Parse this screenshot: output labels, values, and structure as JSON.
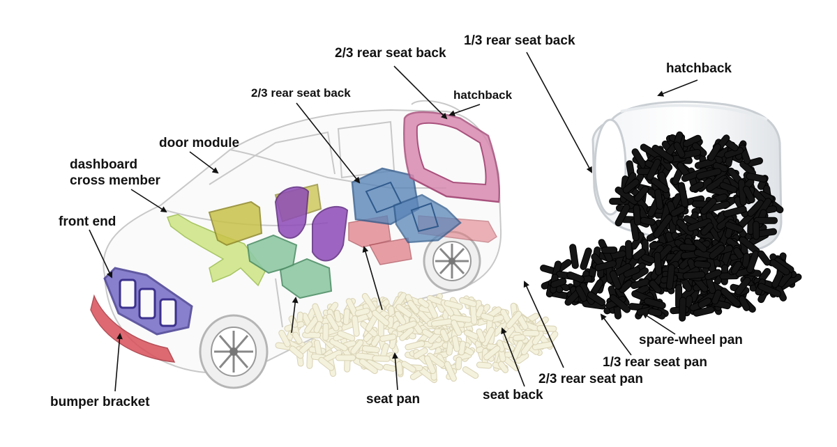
{
  "labels": {
    "rear_seat_back_23_top": "2/3 rear seat back",
    "rear_seat_back_13_top": "1/3 rear seat back",
    "hatchback_right": "hatchback",
    "rear_seat_back_23_mid": "2/3 rear seat back",
    "hatchback_car": "hatchback",
    "door_module": "door module",
    "dashboard_line1": "dashboard",
    "dashboard_line2": "cross member",
    "front_end": "front end",
    "bumper_bracket": "bumper bracket",
    "seat_pan": "seat pan",
    "seat_back": "seat back",
    "rear_seat_pan_23": "2/3 rear seat pan",
    "rear_seat_pan_13": "1/3 rear seat pan",
    "spare_wheel_pan": "spare-wheel pan"
  },
  "colors": {
    "pale_green": "#cfe58a",
    "olive": "#c9c24a",
    "purple": "#8e4bb8",
    "mint": "#8fc9a4",
    "steel_blue": "#5b86b8",
    "pink": "#d88ab0",
    "salmon": "#e08088",
    "navy": "#4a3f9a",
    "red": "#d9505a",
    "white_pellet": "#f4f1dc",
    "black_pellet": "#151515"
  }
}
